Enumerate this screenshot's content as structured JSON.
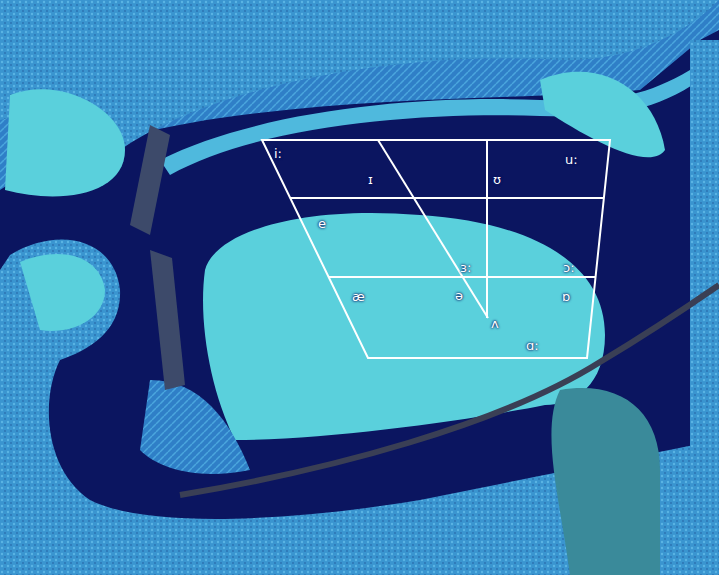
{
  "diagram": {
    "labels": [
      "i:",
      "ɪ",
      "ʊ",
      "u:",
      "e",
      "ɜ:",
      "ɔ:",
      "æ",
      "ə",
      "ɒ",
      "ʌ",
      "ɑ:"
    ]
  }
}
